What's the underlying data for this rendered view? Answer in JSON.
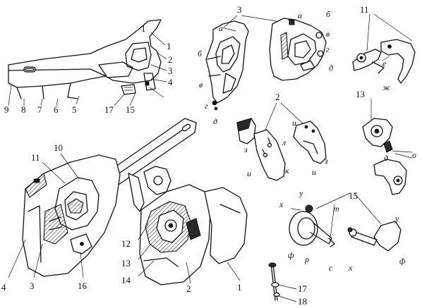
{
  "labels": {
    "top_assembly": [
      "1",
      "1",
      "2",
      "3",
      "4",
      "5",
      "6",
      "7",
      "8",
      "9",
      "17",
      "15"
    ],
    "part_3": [
      "3",
      "а",
      "б",
      "в",
      "г",
      "д",
      "а",
      "б",
      "в",
      "г",
      "д"
    ],
    "part_11": [
      "11",
      "е",
      "ж"
    ],
    "part_2": [
      "2",
      "и",
      "з",
      "и",
      "к",
      "л",
      "и",
      "з"
    ],
    "part_13": [
      "13",
      "д",
      "о"
    ],
    "part_15": [
      "15",
      "у",
      "х",
      "ф",
      "р",
      "с",
      "т",
      "х",
      "у",
      "ф"
    ],
    "part_17_18": [
      "17",
      "18"
    ],
    "bottom_assembly": [
      "10",
      "11",
      "4",
      "3",
      "16",
      "12",
      "13",
      "14",
      "2",
      "1"
    ]
  }
}
